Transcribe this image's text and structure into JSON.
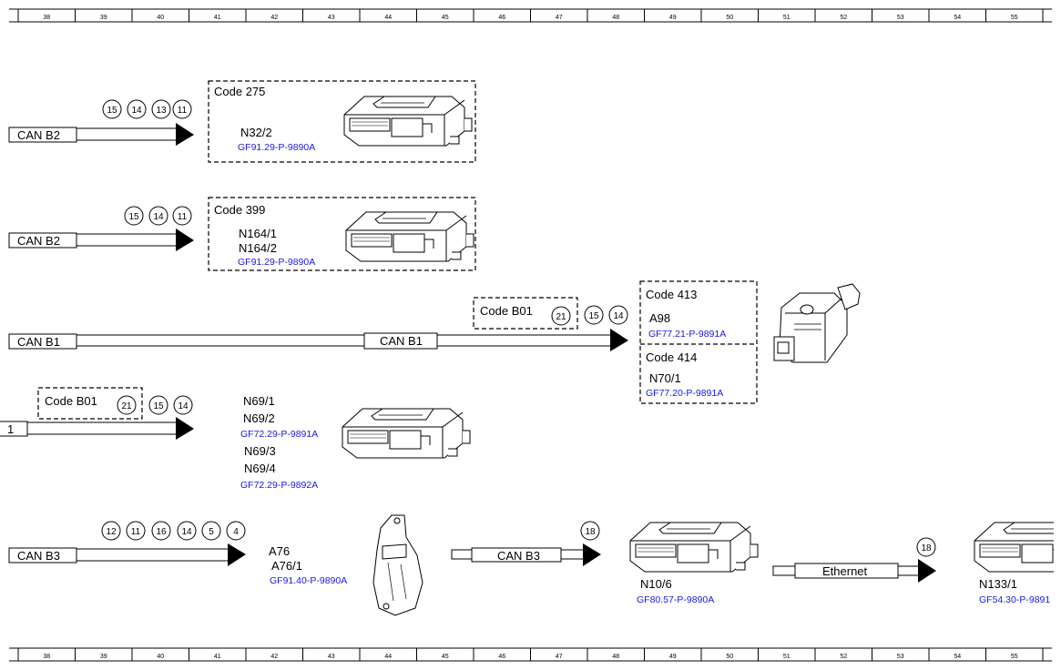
{
  "ruler": {
    "top_numbers": [
      "38",
      "39",
      "40",
      "41",
      "42",
      "43",
      "44",
      "45",
      "46",
      "47",
      "48",
      "49",
      "50",
      "51",
      "52",
      "53",
      "54",
      "55"
    ],
    "bottom_numbers": [
      "38",
      "39",
      "40",
      "41",
      "42",
      "43",
      "44",
      "45",
      "46",
      "47",
      "48",
      "49",
      "50",
      "51",
      "52",
      "53",
      "54",
      "55"
    ]
  },
  "row1": {
    "bus": "CAN B2",
    "circles": [
      "15",
      "14",
      "13",
      "11"
    ],
    "code": "Code 275",
    "module": "N32/2",
    "ref": "GF91.29-P-9890A"
  },
  "row2": {
    "bus": "CAN B2",
    "circles": [
      "15",
      "14",
      "11"
    ],
    "code": "Code 399",
    "module1": "N164/1",
    "module2": "N164/2",
    "ref": "GF91.29-P-9890A"
  },
  "row3": {
    "bus_left": "CAN B1",
    "bus_mid": "CAN B1",
    "code_small": "Code B01",
    "circle_code": "21",
    "circles": [
      "15",
      "14"
    ],
    "code_a": "Code 413",
    "module_a": "A98",
    "ref_a": "GF77.21-P-9891A",
    "code_b": "Code 414",
    "module_b": "N70/1",
    "ref_b": "GF77.20-P-9891A"
  },
  "row4": {
    "bus_stub": "1",
    "code_small": "Code B01",
    "circle_code": "21",
    "circles": [
      "15",
      "14"
    ],
    "module1": "N69/1",
    "module2": "N69/2",
    "ref1": "GF72.29-P-9891A",
    "module3": "N69/3",
    "module4": "N69/4",
    "ref2": "GF72.29-P-9892A"
  },
  "row5": {
    "bus": "CAN B3",
    "circles": [
      "12",
      "11",
      "16",
      "14",
      "5",
      "4"
    ],
    "module1": "A76",
    "module2": "A76/1",
    "ref1": "GF91.40-P-9890A",
    "bus_mid": "CAN B3",
    "circle_mid": "18",
    "module3": "N10/6",
    "ref2": "GF80.57-P-9890A",
    "eth": "Ethernet",
    "circle_eth": "18",
    "module4": "N133/1",
    "ref3": "GF54.30-P-9891"
  }
}
